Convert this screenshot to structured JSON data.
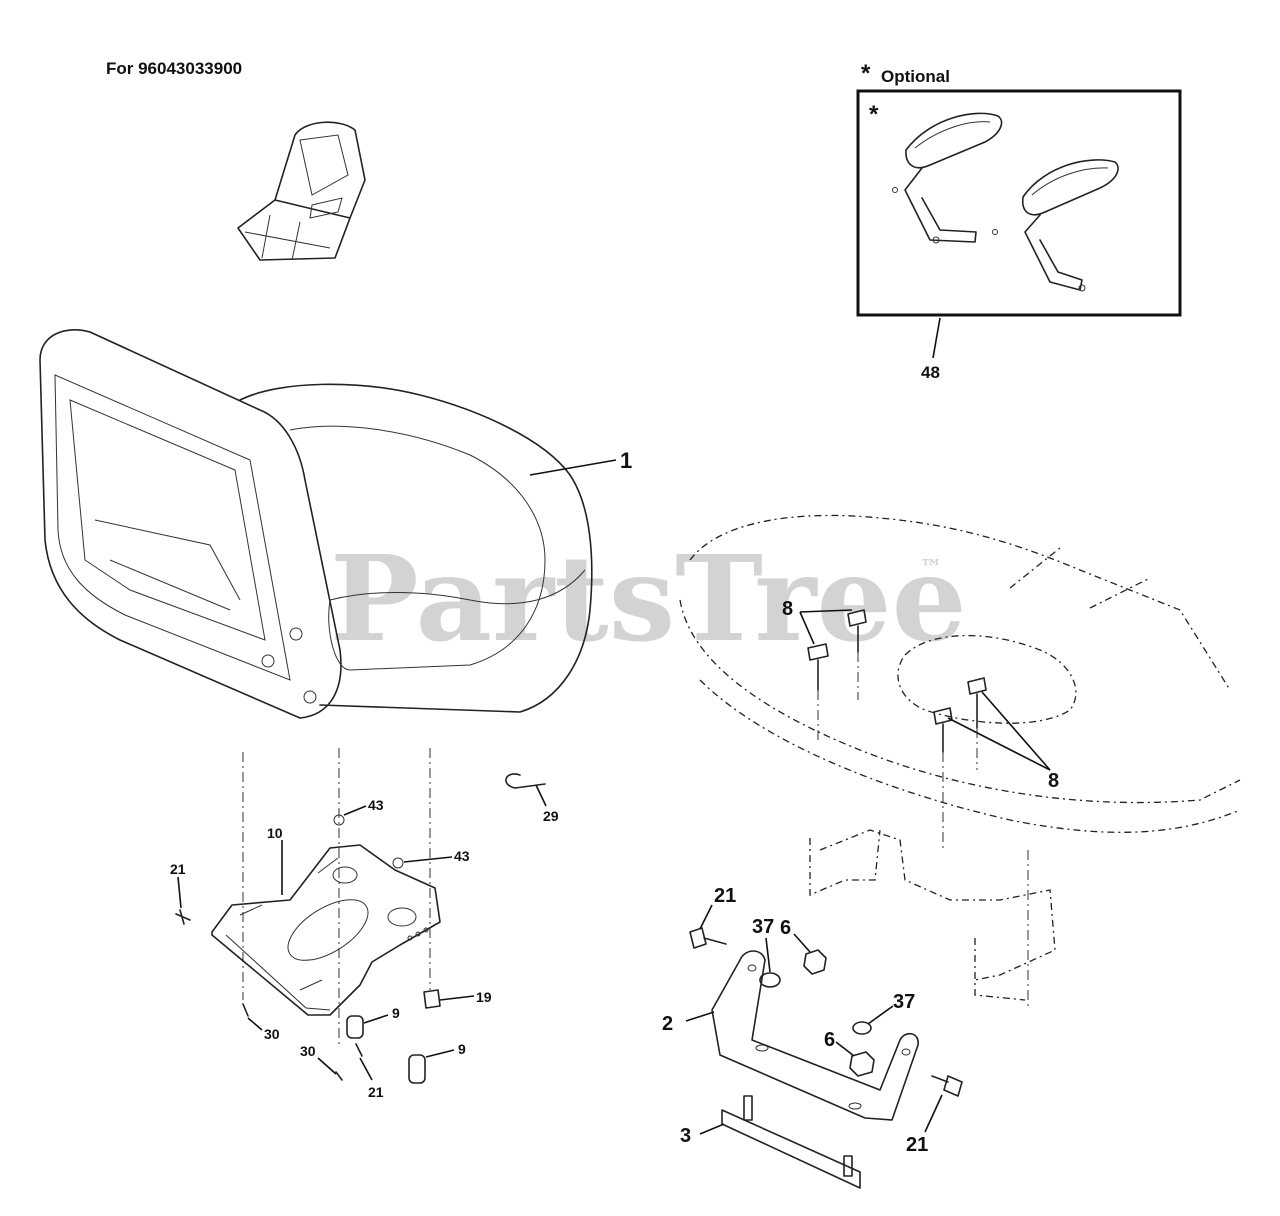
{
  "header": {
    "model_caption": "For 96043033900",
    "optional_caption": "Optional",
    "optional_star": "*"
  },
  "watermark": {
    "text": "PartsTree",
    "tm": "™"
  },
  "callouts": {
    "seat": "1",
    "bracket": "2",
    "plate": "3",
    "nut_6_top": "6",
    "nut_6_bottom": "6",
    "bolts_8_top": "8",
    "bolts_8_bottom": "8",
    "spacer_9_left": "9",
    "spacer_9_right": "9",
    "seat_pan": "10",
    "knob_19": "19",
    "bolt_21_left": "21",
    "bolt_21_bottom": "21",
    "bolt_21_bracket_top": "21",
    "bolt_21_bracket_bottom": "21",
    "clip_29": "29",
    "screw_30_right": "30",
    "screw_30_left": "30",
    "washer_37_top": "37",
    "washer_37_bottom": "37",
    "bumper_43_top": "43",
    "bumper_43_right": "43",
    "armrest_kit": "48"
  }
}
